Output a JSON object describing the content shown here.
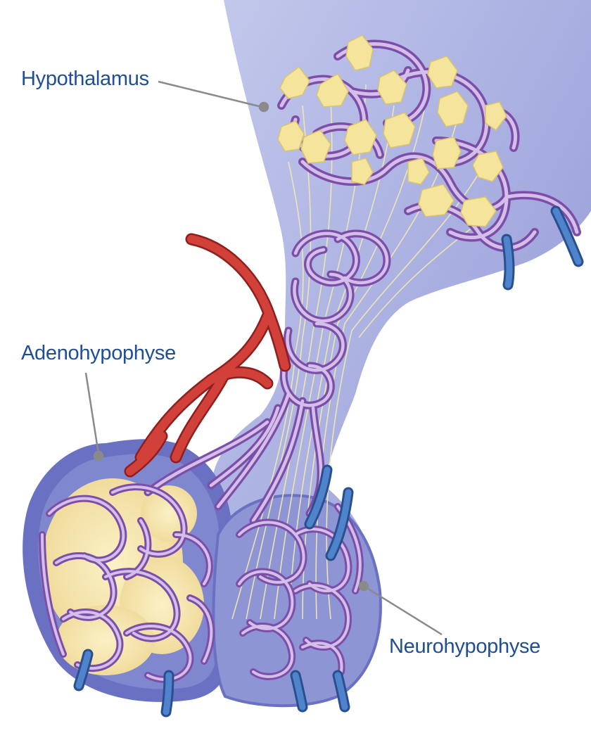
{
  "labels": {
    "hypothalamus": "Hypothalamus",
    "adenohypophyse": "Adenohypophyse",
    "neurohypophyse": "Neurohypophyse"
  },
  "colors": {
    "label_text": "#1f4e93",
    "leader_line": "#8a8a8a",
    "tissue_fill": "#8f97d6",
    "tissue_light": "#b7bde6",
    "gland_dark": "#5c63b9",
    "capillary": "#8a58b0",
    "capillary_light": "#d5c2ea",
    "neuron_fill": "#f3e39b",
    "axon": "#efe6b0",
    "artery": "#c7322e",
    "vein": "#3d6fb8",
    "gland_cells": "#f5e7b6"
  },
  "icons": {
    "neurons": "neuron-cell-icon",
    "vessels": "blood-vessel-icon"
  }
}
